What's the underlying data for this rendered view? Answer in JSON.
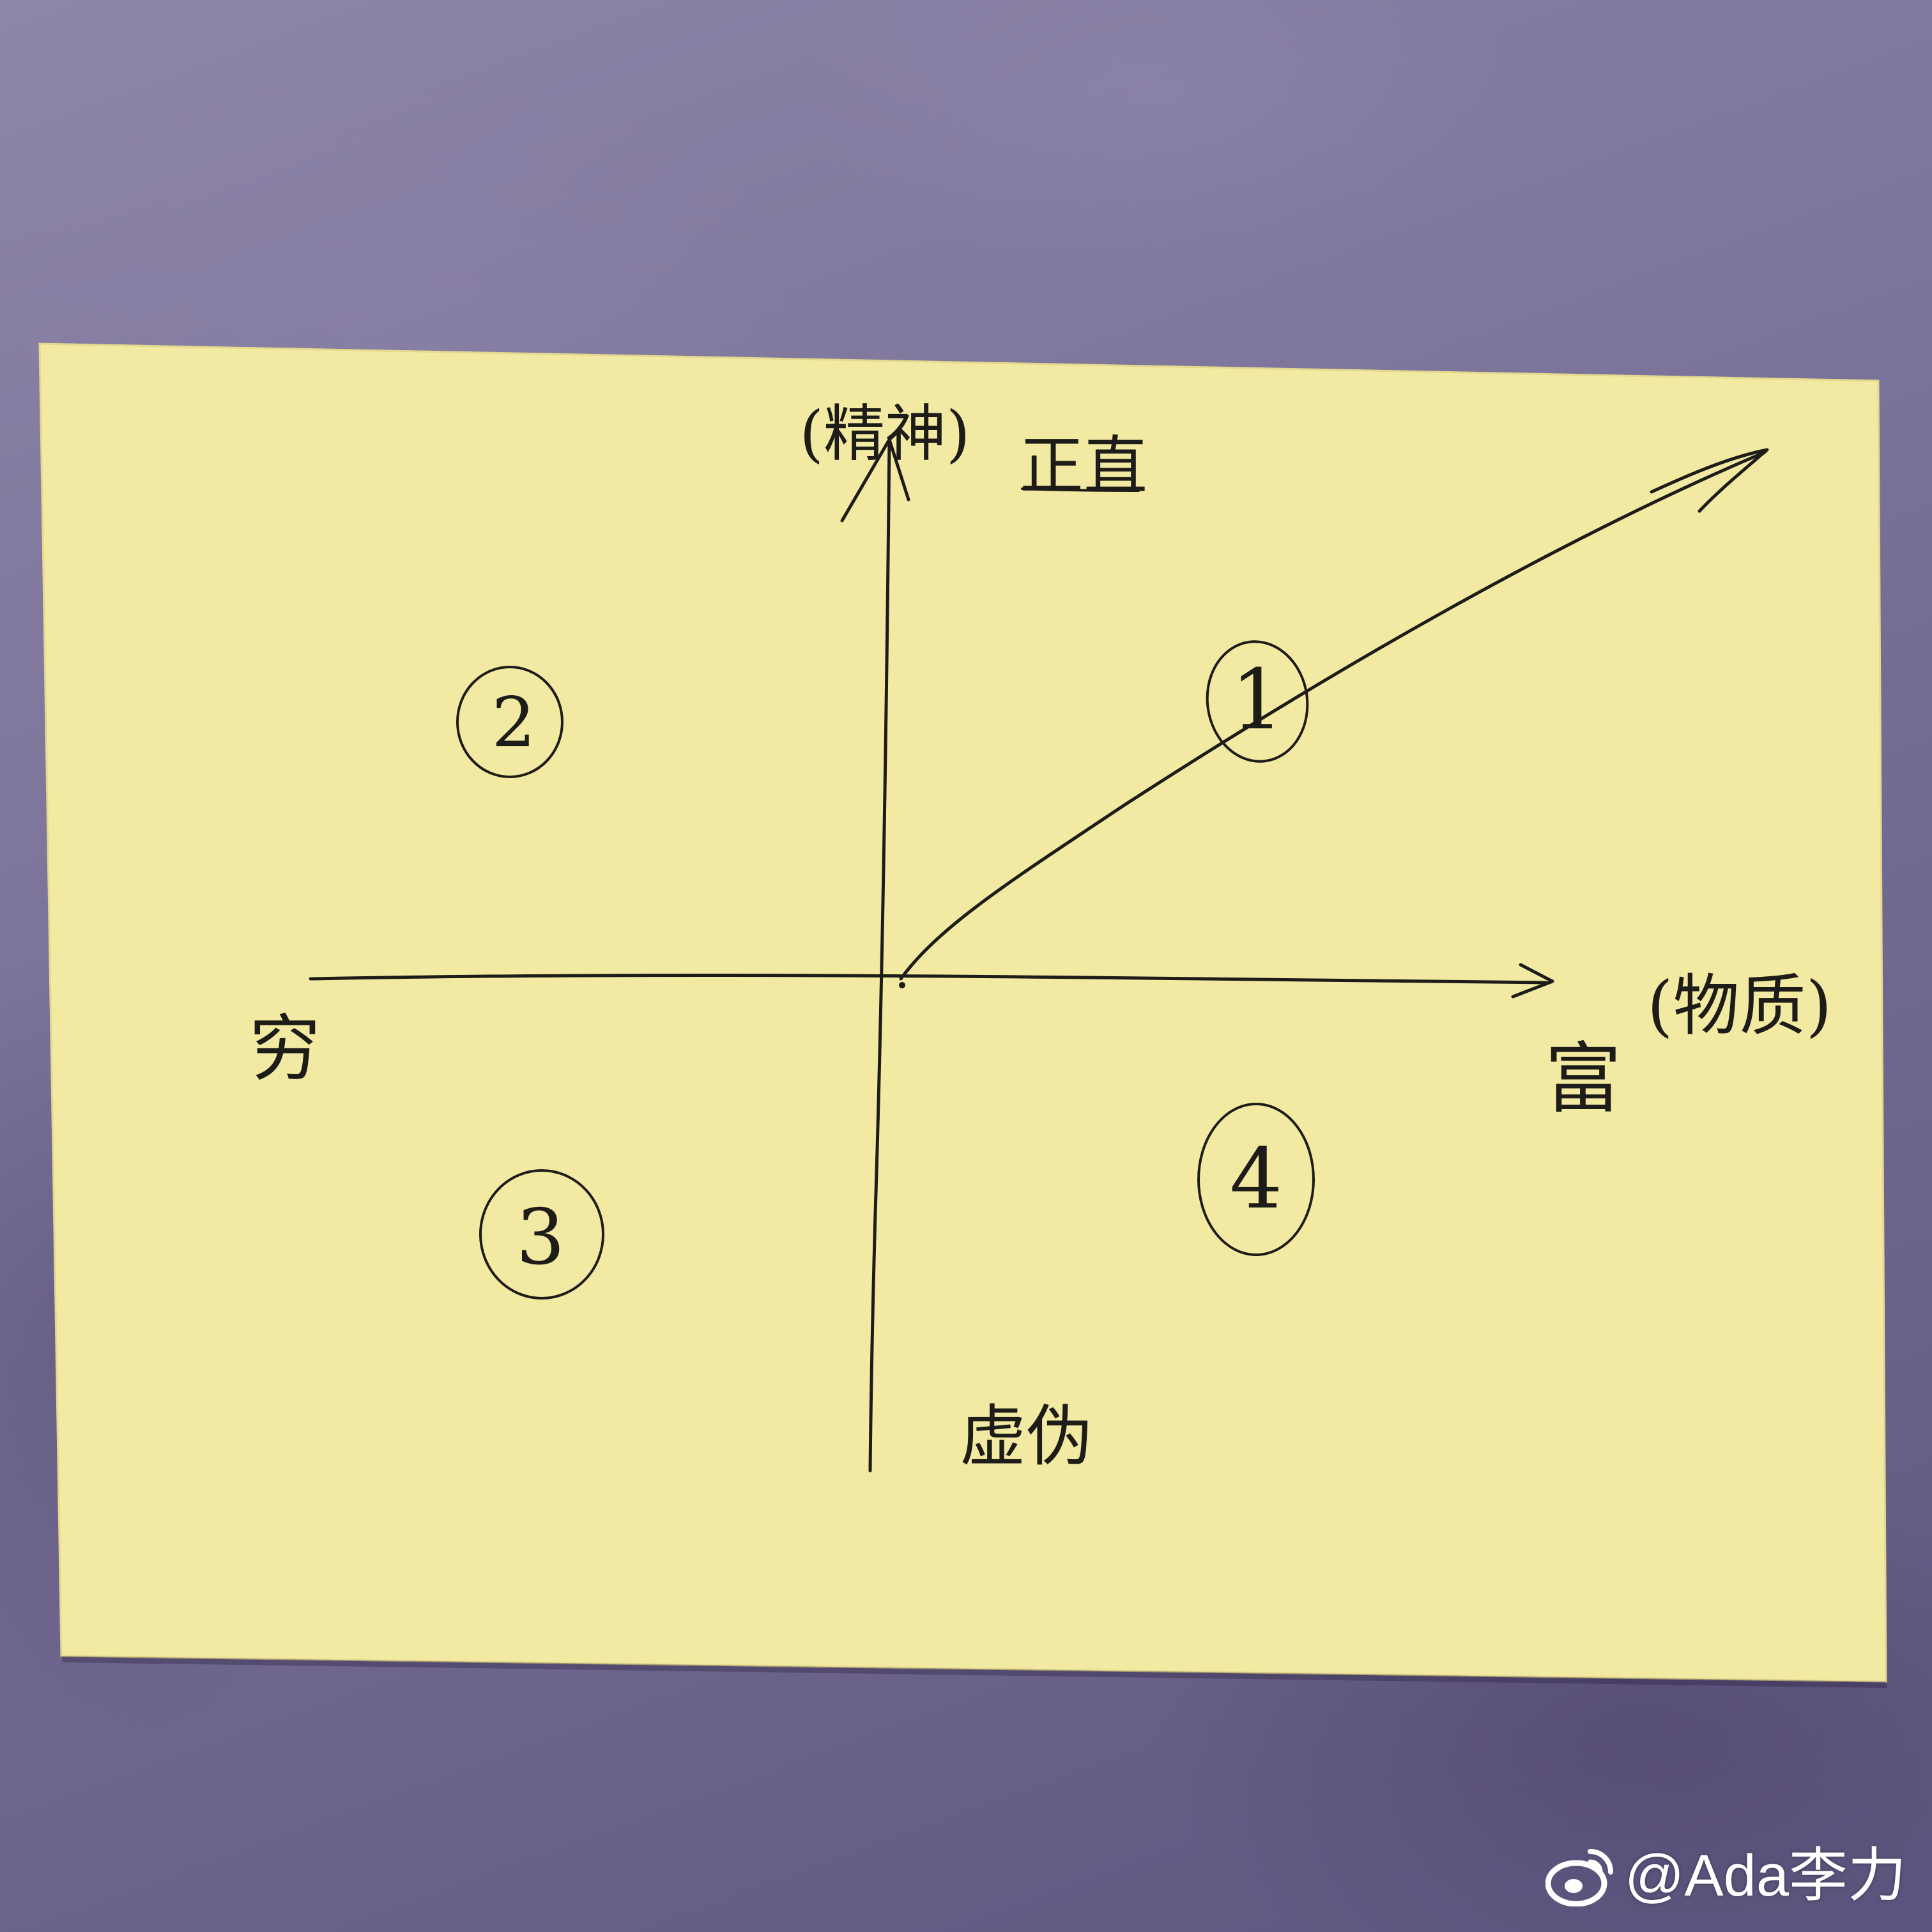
{
  "labels": {
    "y_axis_top_paren": "(精神)",
    "y_axis_top": "正直",
    "y_axis_bottom": "虚伪",
    "x_axis_left": "穷",
    "x_axis_right": "富",
    "x_axis_right_paren": "(物质)"
  },
  "quadrants": {
    "q1": "1",
    "q2": "2",
    "q3": "3",
    "q4": "4"
  },
  "watermark": {
    "text": "@Ada李力",
    "icon": "weibo-icon"
  },
  "colors": {
    "paper": "#f2e9a2",
    "ink": "#1e1c18",
    "background": "#7a7298"
  }
}
